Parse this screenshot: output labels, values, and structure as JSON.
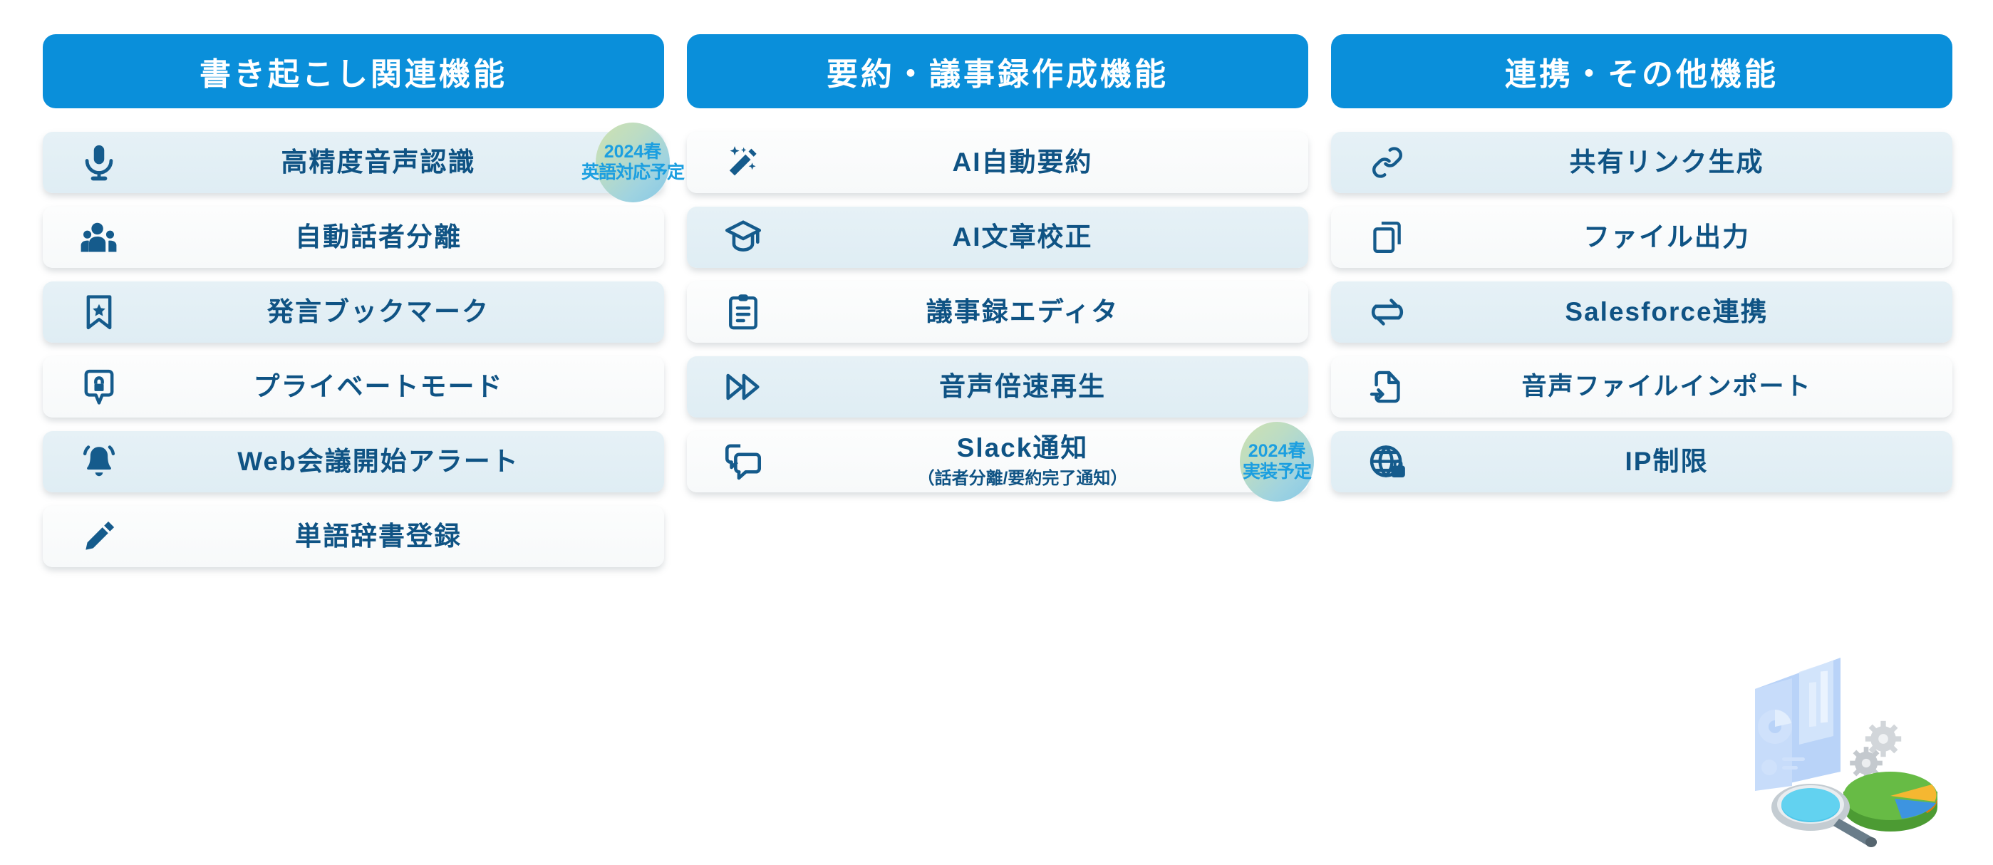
{
  "page": {
    "title": "機能一覧",
    "accent_color": "#0a8fda",
    "text_color": "#0f5384",
    "icon_color": "#155b8c",
    "card_tint_color": "#e3eff5",
    "card_plain_color": "#fafbfc",
    "badge_text_color": "#1c9fe0"
  },
  "columns": [
    {
      "header": "書き起こし関連機能",
      "items": [
        {
          "label": "高精度音声認識",
          "icon": "microphone-icon",
          "style": "tint",
          "badge": {
            "line1": "2024春",
            "line2": "英語対応予定"
          }
        },
        {
          "label": "自動話者分離",
          "icon": "people-group-icon",
          "style": "plain",
          "badge": null
        },
        {
          "label": "発言ブックマーク",
          "icon": "bookmark-star-icon",
          "style": "tint",
          "badge": null
        },
        {
          "label": "プライベートモード",
          "icon": "lock-shield-icon",
          "style": "plain",
          "badge": null
        },
        {
          "label": "Web会議開始アラート",
          "icon": "bell-icon",
          "style": "tint",
          "badge": null
        },
        {
          "label": "単語辞書登録",
          "icon": "pencil-icon",
          "style": "plain",
          "badge": null
        }
      ]
    },
    {
      "header": "要約・議事録作成機能",
      "items": [
        {
          "label": "AI自動要約",
          "icon": "magic-wand-icon",
          "style": "plain",
          "badge": null
        },
        {
          "label": "AI文章校正",
          "icon": "graduation-cap-icon",
          "style": "tint",
          "badge": null
        },
        {
          "label": "議事録エディタ",
          "icon": "clipboard-list-icon",
          "style": "plain",
          "badge": null
        },
        {
          "label": "音声倍速再生",
          "icon": "fast-forward-icon",
          "style": "tint",
          "badge": null
        },
        {
          "label": "Slack通知",
          "sublabel": "（話者分離/要約完了通知）",
          "icon": "chat-bubbles-icon",
          "style": "plain",
          "badge": {
            "line1": "2024春",
            "line2": "実装予定"
          }
        }
      ]
    },
    {
      "header": "連携・その他機能",
      "items": [
        {
          "label": "共有リンク生成",
          "icon": "link-chain-icon",
          "style": "tint",
          "badge": null
        },
        {
          "label": "ファイル出力",
          "icon": "copy-files-icon",
          "style": "plain",
          "badge": null
        },
        {
          "label": "Salesforce連携",
          "icon": "sync-arrows-icon",
          "style": "tint",
          "badge": null
        },
        {
          "label": "音声ファイルインポート",
          "icon": "file-import-icon",
          "style": "plain",
          "badge": null
        },
        {
          "label": "IP制限",
          "icon": "globe-lock-icon",
          "style": "tint",
          "badge": null
        }
      ]
    }
  ],
  "decoration": {
    "name": "isometric-analytics-illustration",
    "elements": [
      "dashboard-panel",
      "bar-chart",
      "donut-chart",
      "gears",
      "magnifying-glass",
      "pie-chart"
    ],
    "colors": {
      "panel": "#aecdf7",
      "gear": "#c9cdd2",
      "lens": "#4fc7ea",
      "pie_green": "#67bb45",
      "pie_yellow": "#f5b731",
      "pie_blue": "#3d94e0",
      "pie_orange": "#f08a1e"
    }
  }
}
